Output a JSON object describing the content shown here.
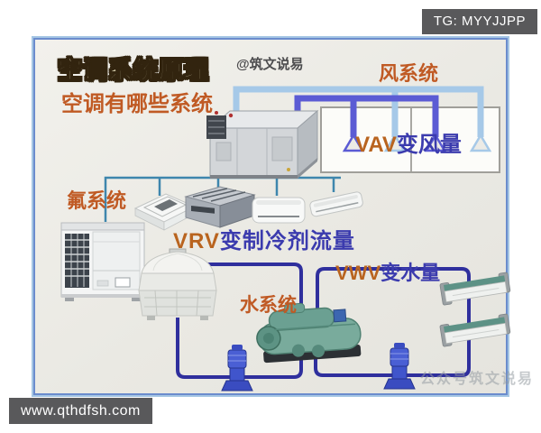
{
  "badges": {
    "tg": "TG: MYYJJPP",
    "website": "www.qthdfsh.com"
  },
  "header": {
    "title": "空调系统原理",
    "subtitle": "空调有哪些系统",
    "author_handle": "@筑文说易"
  },
  "systems": {
    "air": {
      "name": "风系统",
      "abbr": "VAV",
      "desc": "变风量"
    },
    "refrigerant": {
      "name": "氟系统",
      "abbr": "VRV",
      "desc": "变制冷剂流量"
    },
    "water": {
      "name": "水系统",
      "abbr": "VWV",
      "desc": "变水量"
    }
  },
  "watermark": "公众号筑文说易",
  "equipment_icons": [
    "air-handling-unit",
    "vrv-outdoor-unit",
    "cassette-indoor-unit",
    "ducted-indoor-unit",
    "wall-split-indoor-unit",
    "floor-ceiling-indoor-unit",
    "cooling-tower",
    "chiller",
    "water-pump",
    "fan-coil-unit",
    "air-diffuser"
  ],
  "colors": {
    "badge_bg": "#59595b",
    "accent_orange": "#c05a24",
    "tech_indigo": "#3b3bae",
    "title_fill": "#f3ecc9",
    "title_outline": "#32240f",
    "supply_duct_blue": "#a6c9e8",
    "return_duct_violet": "#5b5bd4",
    "refrigerant_teal": "#3e86ad",
    "water_pipe_indigo": "#2f2f9d",
    "frame_border_blue": "#a5c6e4"
  }
}
